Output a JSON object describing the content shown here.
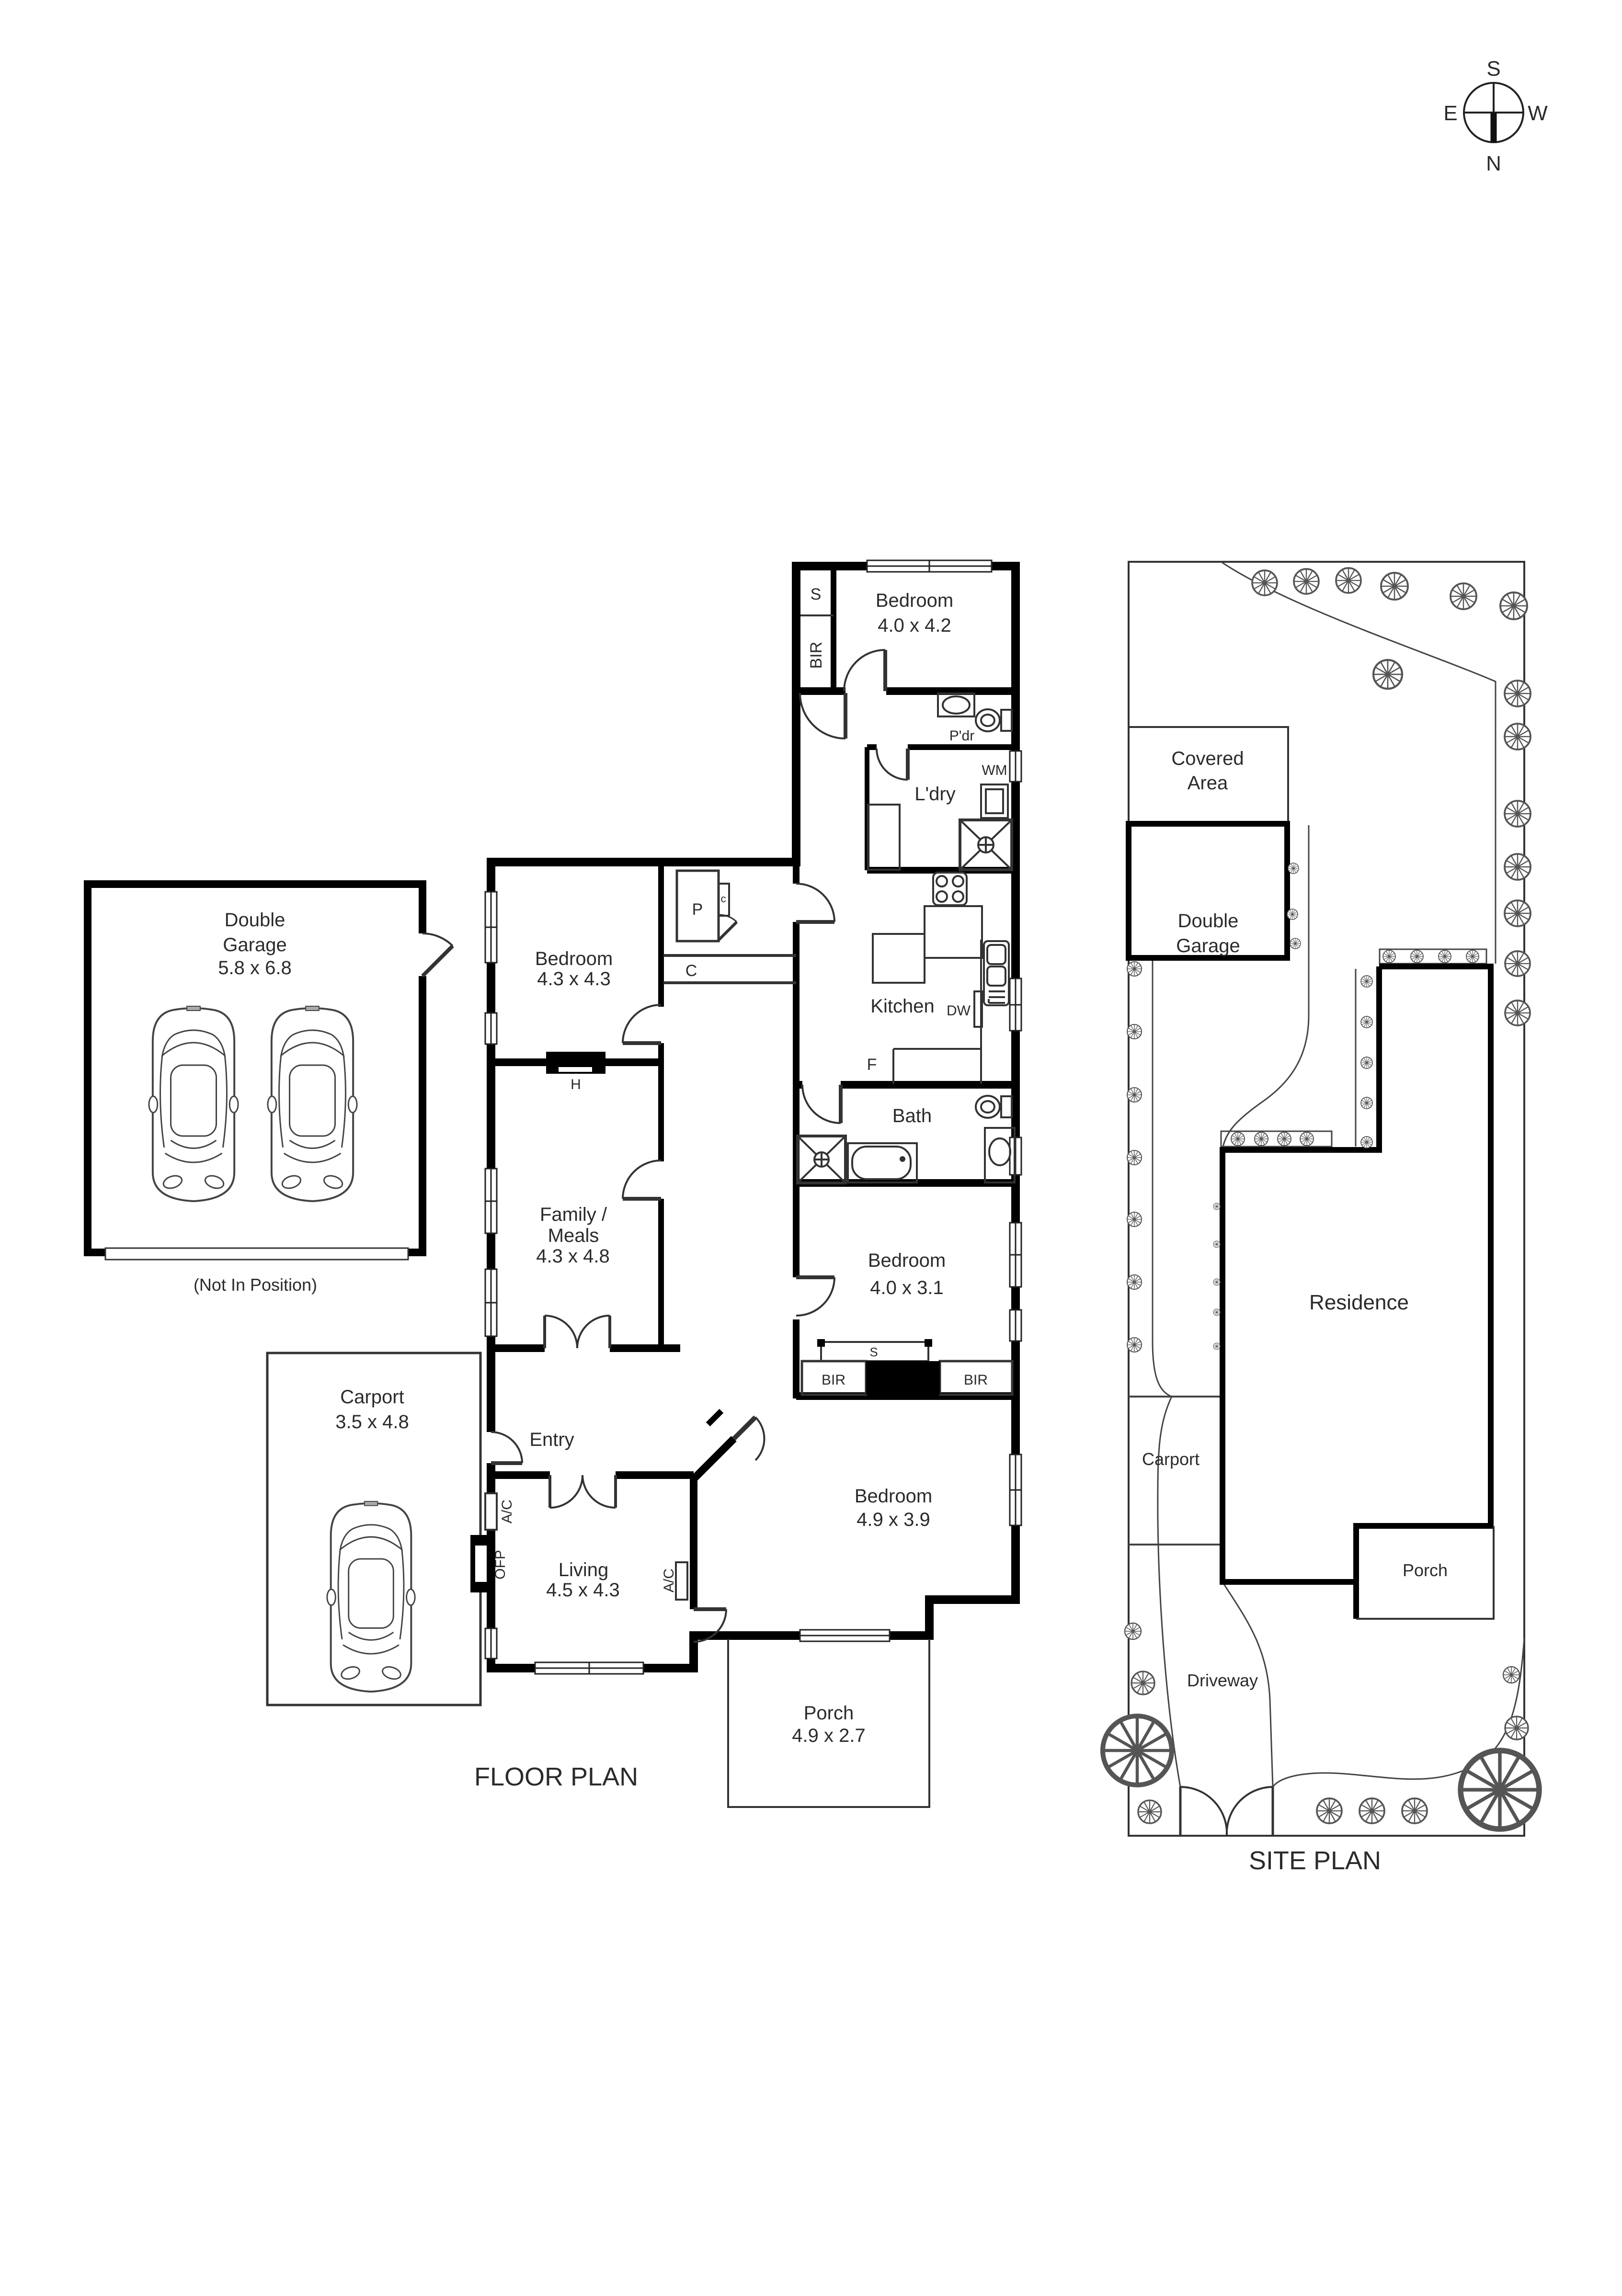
{
  "compass": {
    "s": "S",
    "n": "N",
    "e": "E",
    "w": "W"
  },
  "floor_plan": {
    "title": "FLOOR PLAN",
    "bedroom_north": {
      "name": "Bedroom",
      "dims": "4.0 x 4.2"
    },
    "bedroom_middle": {
      "name": "Bedroom",
      "dims": "4.0 x 3.1"
    },
    "bedroom_west": {
      "name": "Bedroom",
      "dims": "4.3 x 4.3"
    },
    "bedroom_south": {
      "name": "Bedroom",
      "dims": "4.9 x 3.9"
    },
    "family_meals": {
      "name_line1": "Family /",
      "name_line2": "Meals",
      "dims": "4.3 x 4.8"
    },
    "living": {
      "name": "Living",
      "dims": "4.5 x 4.3"
    },
    "kitchen": {
      "name": "Kitchen"
    },
    "bath": {
      "name": "Bath"
    },
    "laundry": {
      "name": "L'dry"
    },
    "powder_room": {
      "name": "P'dr"
    },
    "entry": {
      "name": "Entry"
    },
    "porch": {
      "name": "Porch",
      "dims": "4.9 x 2.7"
    },
    "double_garage": {
      "name_line1": "Double",
      "name_line2": "Garage",
      "dims": "5.8 x 6.8",
      "note": "(Not In Position)"
    },
    "carport": {
      "name": "Carport",
      "dims": "3.5 x 4.8"
    },
    "tags": {
      "store": "S",
      "robe": "BIR",
      "washing_machine": "WM",
      "dishwasher": "DW",
      "fridge": "F",
      "pantry": "P",
      "cupboard_small": "c",
      "cupboard": "C",
      "heater": "H",
      "aircon": "A/C",
      "fireplace": "OFP"
    }
  },
  "site_plan": {
    "title": "SITE PLAN",
    "covered_area": {
      "line1": "Covered",
      "line2": "Area"
    },
    "double_garage": {
      "line1": "Double",
      "line2": "Garage"
    },
    "residence": "Residence",
    "carport": "Carport",
    "porch": "Porch",
    "driveway": "Driveway"
  }
}
